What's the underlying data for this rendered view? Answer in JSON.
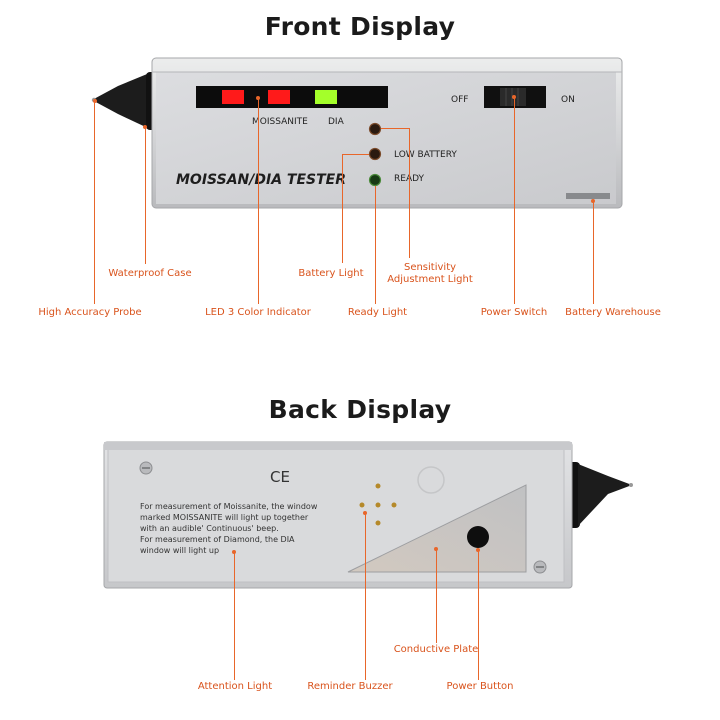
{
  "front": {
    "title": "Front Display",
    "device": {
      "brand": "MOISSAN/DIA TESTER",
      "indicator_labels": {
        "moissanite": "MOISSANITE",
        "dia": "DIA"
      },
      "switch_labels": {
        "off": "OFF",
        "on": "ON"
      },
      "light_labels": {
        "low_battery": "LOW BATTERY",
        "ready": "READY"
      }
    },
    "callouts": {
      "waterproof_case": "Waterproof Case",
      "battery_light": "Battery Light",
      "sensitivity_line1": "Sensitivity",
      "sensitivity_line2": "Adjustment Light",
      "high_accuracy_probe": "High Accuracy Probe",
      "led_indicator": "LED 3 Color Indicator",
      "ready_light": "Ready Light",
      "power_switch": "Power Switch",
      "battery_warehouse": "Battery Warehouse"
    }
  },
  "back": {
    "title": "Back Display",
    "device": {
      "ce_mark": "CE",
      "instructions": [
        "For measurement of Moissanite, the window",
        "marked MOISSANITE will light up together",
        "with an audible' Continuous' beep.",
        "For measurement of Diamond, the DIA",
        "window will light up"
      ]
    },
    "callouts": {
      "conductive_plate": "Conductive Plate",
      "attention_light": "Attention Light",
      "reminder_buzzer": "Reminder Buzzer",
      "power_button": "Power Button"
    }
  },
  "colors": {
    "callout_text": "#d9531c",
    "leader_line": "#e8662a",
    "led_red": "#ff1a1a",
    "led_green": "#a4ff2a",
    "device_body": "#d6d7d9",
    "title_text": "#1b1b1b"
  }
}
